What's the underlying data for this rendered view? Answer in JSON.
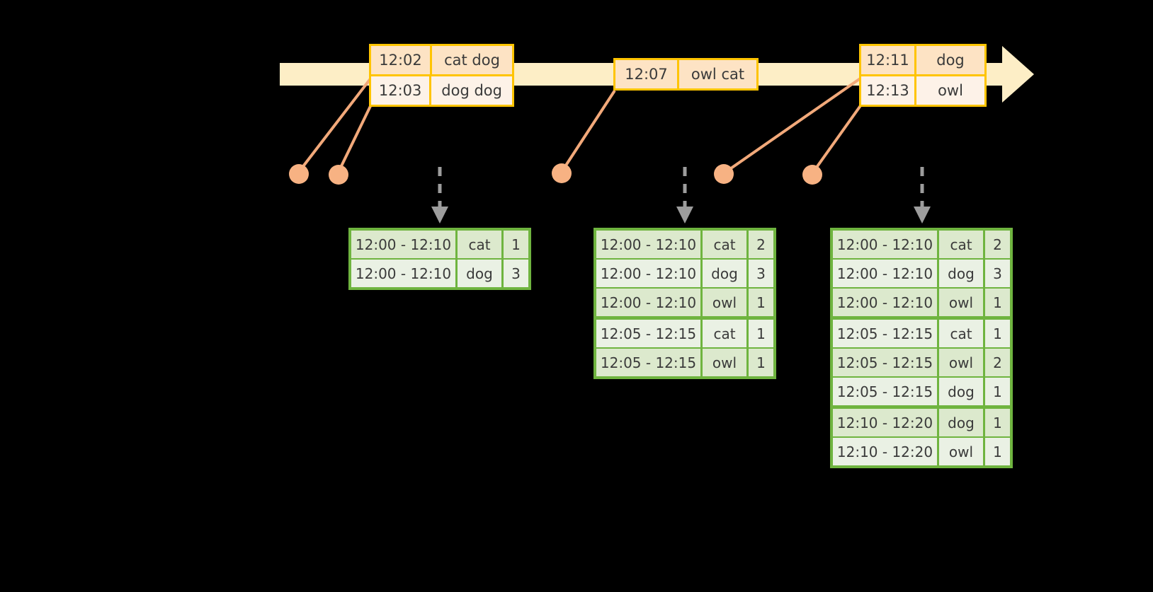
{
  "timeline": {
    "arrow_icon": "arrow-right-icon",
    "events": [
      {
        "id": "event-box-1",
        "rows": [
          {
            "time": "12:02",
            "words": "cat dog"
          },
          {
            "time": "12:03",
            "words": "dog dog"
          }
        ]
      },
      {
        "id": "event-box-2",
        "rows": [
          {
            "time": "12:07",
            "words": "owl cat"
          }
        ]
      },
      {
        "id": "event-box-3",
        "rows": [
          {
            "time": "12:11",
            "words": "dog"
          },
          {
            "time": "12:13",
            "words": "owl"
          }
        ]
      }
    ]
  },
  "markers": [
    {
      "name": "event-marker-1202"
    },
    {
      "name": "event-marker-1203"
    },
    {
      "name": "event-marker-1207"
    },
    {
      "name": "event-marker-1211"
    },
    {
      "name": "event-marker-1213"
    }
  ],
  "results": [
    {
      "id": "result-table-1",
      "name": "result-table-after-1203",
      "rows": [
        {
          "window": "12:00 - 12:10",
          "key": "cat",
          "count": "1",
          "group": 0
        },
        {
          "window": "12:00 - 12:10",
          "key": "dog",
          "count": "3",
          "group": 0
        }
      ]
    },
    {
      "id": "result-table-2",
      "name": "result-table-after-1207",
      "rows": [
        {
          "window": "12:00 - 12:10",
          "key": "cat",
          "count": "2",
          "group": 0
        },
        {
          "window": "12:00 - 12:10",
          "key": "dog",
          "count": "3",
          "group": 0
        },
        {
          "window": "12:00 - 12:10",
          "key": "owl",
          "count": "1",
          "group": 0
        },
        {
          "window": "12:05 - 12:15",
          "key": "cat",
          "count": "1",
          "group": 1
        },
        {
          "window": "12:05 - 12:15",
          "key": "owl",
          "count": "1",
          "group": 1
        }
      ]
    },
    {
      "id": "result-table-3",
      "name": "result-table-after-1213",
      "rows": [
        {
          "window": "12:00 - 12:10",
          "key": "cat",
          "count": "2",
          "group": 0
        },
        {
          "window": "12:00 - 12:10",
          "key": "dog",
          "count": "3",
          "group": 0
        },
        {
          "window": "12:00 - 12:10",
          "key": "owl",
          "count": "1",
          "group": 0
        },
        {
          "window": "12:05 - 12:15",
          "key": "cat",
          "count": "1",
          "group": 1
        },
        {
          "window": "12:05 - 12:15",
          "key": "owl",
          "count": "2",
          "group": 1
        },
        {
          "window": "12:05 - 12:15",
          "key": "dog",
          "count": "1",
          "group": 1
        },
        {
          "window": "12:10 - 12:20",
          "key": "dog",
          "count": "1",
          "group": 2
        },
        {
          "window": "12:10 - 12:20",
          "key": "owl",
          "count": "1",
          "group": 2
        }
      ]
    }
  ],
  "colors": {
    "background": "#000000",
    "timeline_fill": "#fdeec6",
    "event_border": "#ffc400",
    "event_fill_a": "#fde3c4",
    "event_fill_b": "#fdf2e8",
    "marker_fill": "#f7b283",
    "connector_line": "#f2a97a",
    "table_border": "#6fb43f",
    "table_fill_a": "#dce9cd",
    "table_fill_b": "#eaf1e4",
    "dashed_arrow": "#9d9d9d",
    "text": "#3a3a3a"
  }
}
